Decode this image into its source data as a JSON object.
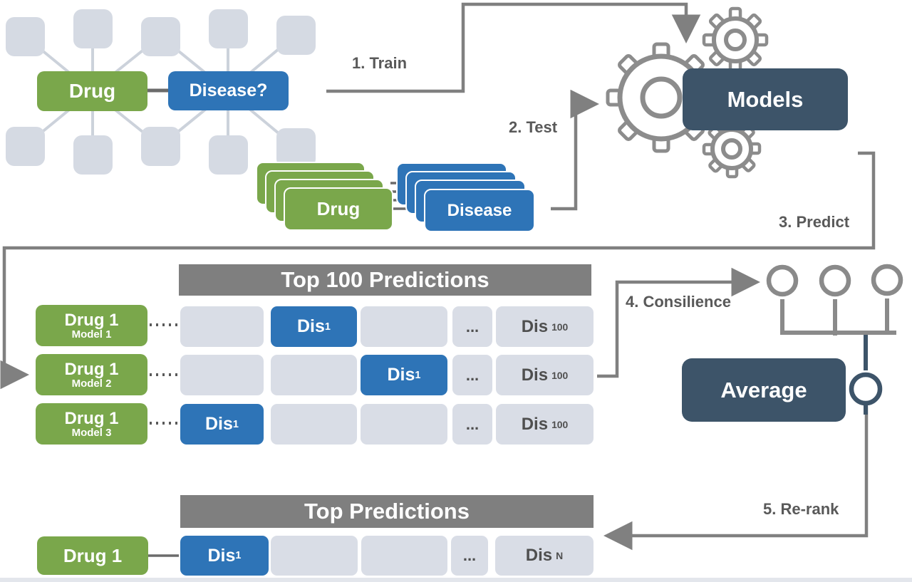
{
  "colors": {
    "green": "#7aa74b",
    "blue": "#2e74b7",
    "navy": "#3d5469",
    "header_gray": "#7f7f7f",
    "cell_gray": "#d9dde6",
    "node_gray": "#d5dae3",
    "line_gray": "#808080",
    "label_gray": "#595959"
  },
  "network": {
    "drug": "Drug",
    "disease": "Disease?"
  },
  "steps": {
    "train": "1. Train",
    "test": "2. Test",
    "predict": "3. Predict",
    "consilience": "4. Consilience",
    "rerank": "5. Re-rank"
  },
  "models": "Models",
  "stack": {
    "drug": "Drug",
    "disease": "Disease"
  },
  "top100": {
    "title": "Top 100 Predictions",
    "rows": [
      {
        "drug": "Drug 1",
        "model": "Model 1"
      },
      {
        "drug": "Drug 1",
        "model": "Model 2"
      },
      {
        "drug": "Drug 1",
        "model": "Model 3"
      }
    ],
    "dis1": {
      "base": "Dis",
      "sub": "1"
    },
    "dis100": {
      "base": "Dis",
      "sub": "100"
    },
    "dots": "..."
  },
  "average": "Average",
  "toppred": {
    "title": "Top Predictions",
    "drug": "Drug 1",
    "dis1": {
      "base": "Dis",
      "sub": "1"
    },
    "disN": {
      "base": "Dis",
      "sub": "N"
    },
    "dots": "..."
  }
}
